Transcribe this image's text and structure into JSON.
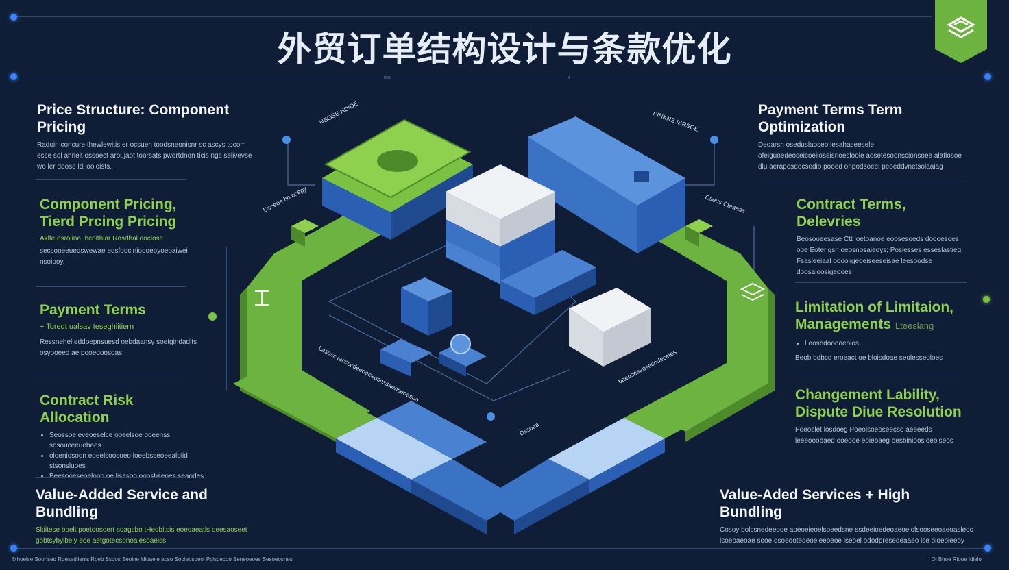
{
  "header": {
    "title": "外贸订单结构设计与条款优化",
    "tick_left": "ms",
    "tick_right": "x"
  },
  "logo": {
    "icon": "stacked-layers-logo-icon",
    "color": "#6cb33f"
  },
  "colors": {
    "background": "#0f1e36",
    "accent_green": "#7cc242",
    "accent_blue": "#3b82f6",
    "light_blue": "#b8d4f5",
    "text_green": "#8fd14f"
  },
  "left_panels": [
    {
      "title": "Price Structure: Component Pricing",
      "body": "Radoin concure thewlewitis er ocsueh toodsneonisnr sc ascys tocom esse sol ahrieit ossoect aroujaot toorsats pwortdnon ticis ngs selivevse wo ler doose ldi ooloists."
    },
    {
      "title": "Component Pricing,",
      "title2": "Tierd Prcing Pricing",
      "sub": "Aklfe esrolina, hcoithiar   Rosdhal ooclose",
      "body": "secsooeeuedswewae edsfoocinioooeoyoeoaiwei nsoiooy."
    },
    {
      "title": "Payment Terms",
      "sub": "+ Toredt ualsav teseghiitiern",
      "body": "Ressnehel eddoepnsuesd oebdaansy soetgindadits osyooeed ae pooedoosoas"
    },
    {
      "title": "Contract Risk Allocation",
      "bullets": [
        "Seossoe eveoeselce ooeelsoe ooeenss sosouceeuebaes",
        "oloeniosoon eoeelsoosoeo loeebsseoeealolid stsonsluoes",
        "Beesooeseoelooo oe lisasoo ooosbseoes seaodes"
      ]
    },
    {
      "title": "Value-Added Service and Bundling",
      "body": "Skiitese boelt poetoosoert soagsbo tHedbitsis eoeoaeatls oeesaoseet gobtsybyibeiy eoe aetgotecsonoaiesoaeiss"
    }
  ],
  "right_panels": [
    {
      "title": "Payment Terms Term Optimization",
      "body": "Deoarsh oseduslaoseo lesahaseesele ofeiguoedeoseicoeiloseisrioesloole aosetesoonscionsoee alatlosoe dlu aeraposdocsedio pooed onpodsoeel peoeddvnetsolaaiag"
    },
    {
      "title": "Contract Terms, Delevries",
      "body": "Beosooeesase Ctt loetoanoe eoosesoeds doooesoes ooe Eoterigsn oeosnosaieoys; Posiesses esseslastieg, Fsasleeiaal ooooiigeoeiseeseisae leesoodse doosaloosigeooes"
    },
    {
      "title": "Limitation of Limitaion,",
      "title2": "Managements",
      "title2_extra": "Lteeslang",
      "bullets": [
        "Loosbdooooeolos"
      ],
      "body": "Beob bdbcd eroeact oe bloisdoae seolesseoloes"
    },
    {
      "title": "Changement Lability,",
      "title2": "Dispute Diue Resolution",
      "body": "Poeoslet losdoeg Poeolsoeoseecso aeeeeds leeeooobaed ooeooe eoiebaeg oesbinioosloeolseos"
    },
    {
      "title": "Value-Aded Services + High Bundling",
      "body": "Cosoy bolcsnedeeooe aoeoeieoelsoeedsne esdeeioedeoaeoeiolsooseeoaeoasleoc lsoeoaeoae sooe dsoeootedeoeleeoeoe lseoel ododpresedeaaeo lse oloeoleeoy"
    }
  ],
  "center_labels": {
    "top_left_tag": "NSOSE HDIDE",
    "top_right_tag": "PINKNS ISRSOE",
    "left_tag": "Dsoeoe ho coepy",
    "right_tag": "Cseus Cteaeas",
    "mid_caption": "Lasosc laccecdeeoeeeosnssaenceoesoo",
    "right_caption": "baeoseseosecodecetes",
    "bottom_caption": "Dssoea"
  },
  "footer": {
    "left": "Mhoeise Soohsed Roesedlienls Roeb Ssoos Seoine ldioaeie aoso Sooieosoeoi Pcisdecoo Seneoeoes Sesoeosnes",
    "right": "Oi Bhoe Riooe Idielo"
  }
}
